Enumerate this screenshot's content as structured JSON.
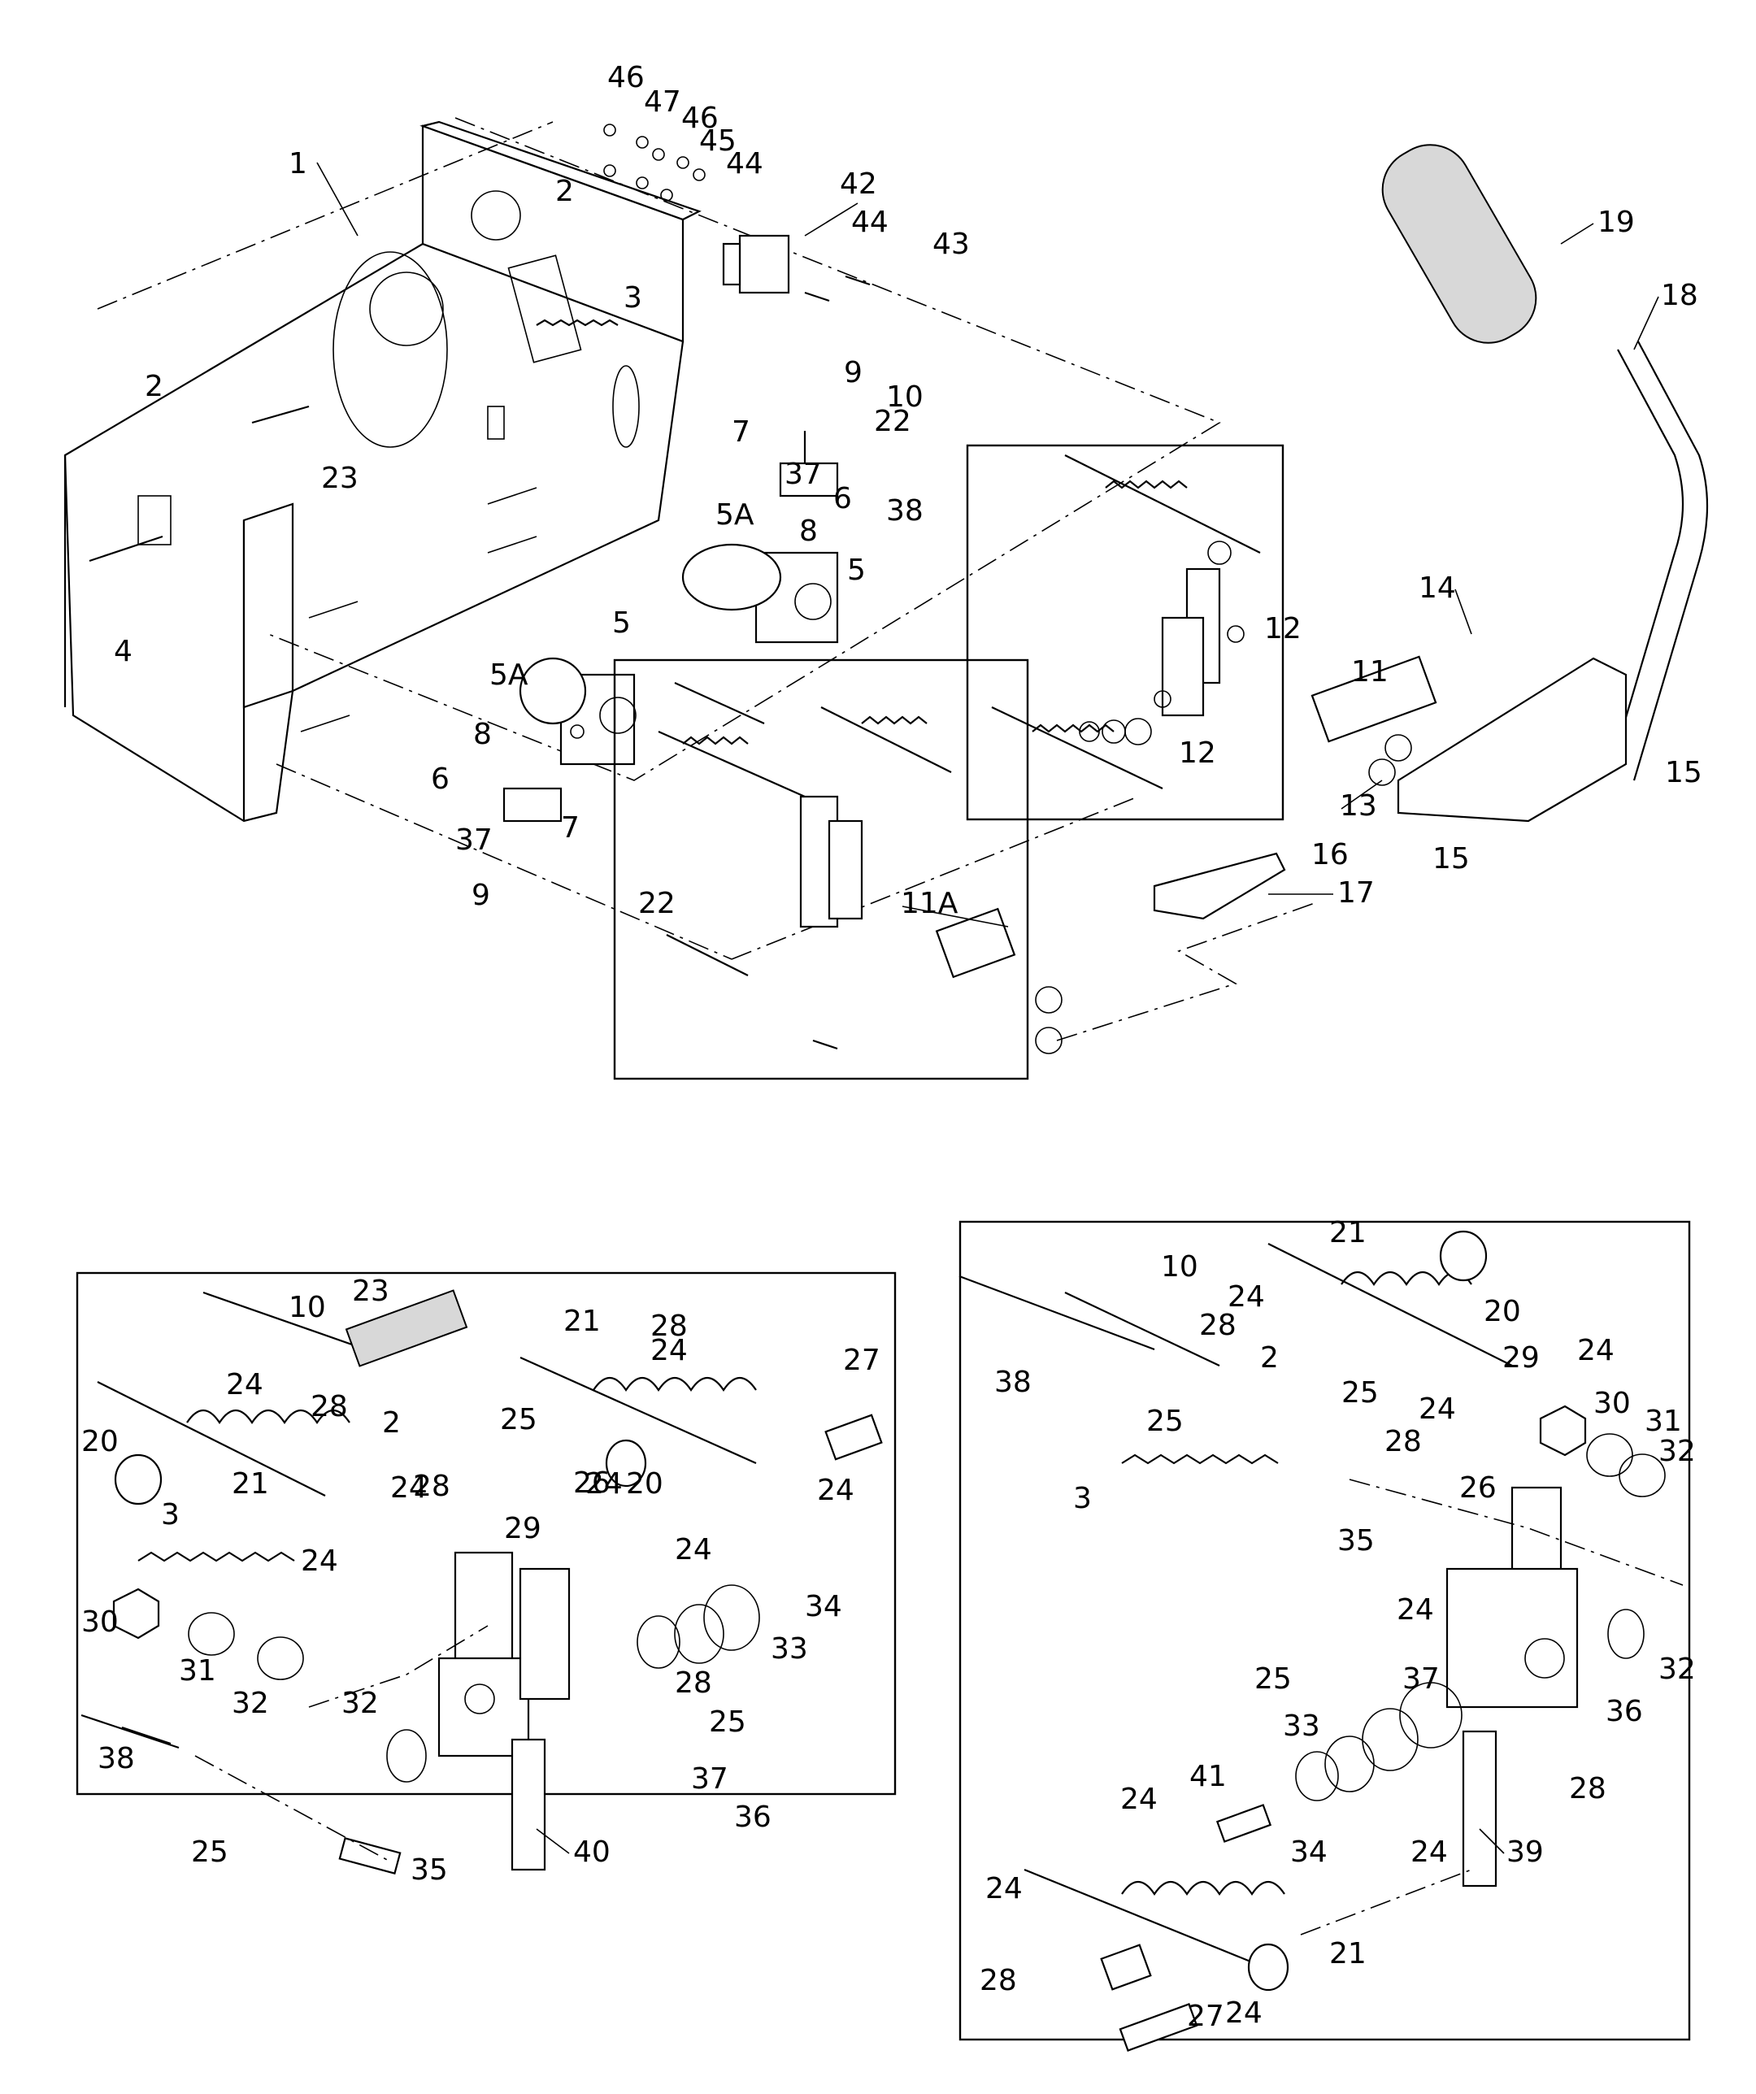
{
  "top_callouts": [
    "46",
    "47",
    "46",
    "45",
    "44",
    "42",
    "44",
    "43",
    "1",
    "2",
    "3",
    "2",
    "23",
    "4",
    "9",
    "10",
    "22",
    "7",
    "37",
    "6",
    "38",
    "8",
    "5A",
    "5",
    "19",
    "18",
    "14",
    "12",
    "11",
    "12",
    "13",
    "16",
    "15",
    "15",
    "5",
    "5A",
    "8",
    "6",
    "7",
    "37",
    "9",
    "22",
    "11A",
    "17"
  ],
  "left_detail_callouts": [
    "10",
    "23",
    "21",
    "28",
    "24",
    "27",
    "24",
    "20",
    "21",
    "28",
    "2",
    "25",
    "24",
    "26",
    "20",
    "24",
    "28",
    "24",
    "3",
    "29",
    "24",
    "24",
    "34",
    "33",
    "30",
    "31",
    "32",
    "28",
    "25",
    "32",
    "37",
    "36",
    "38",
    "25",
    "35",
    "40"
  ],
  "right_detail_callouts": [
    "21",
    "20",
    "10",
    "24",
    "24",
    "28",
    "38",
    "2",
    "29",
    "25",
    "24",
    "28",
    "30",
    "31",
    "32",
    "25",
    "3",
    "35",
    "26",
    "24",
    "32",
    "25",
    "37",
    "36",
    "33",
    "41",
    "24",
    "28",
    "34",
    "24",
    "24",
    "39",
    "28",
    "21",
    "27",
    "24"
  ]
}
